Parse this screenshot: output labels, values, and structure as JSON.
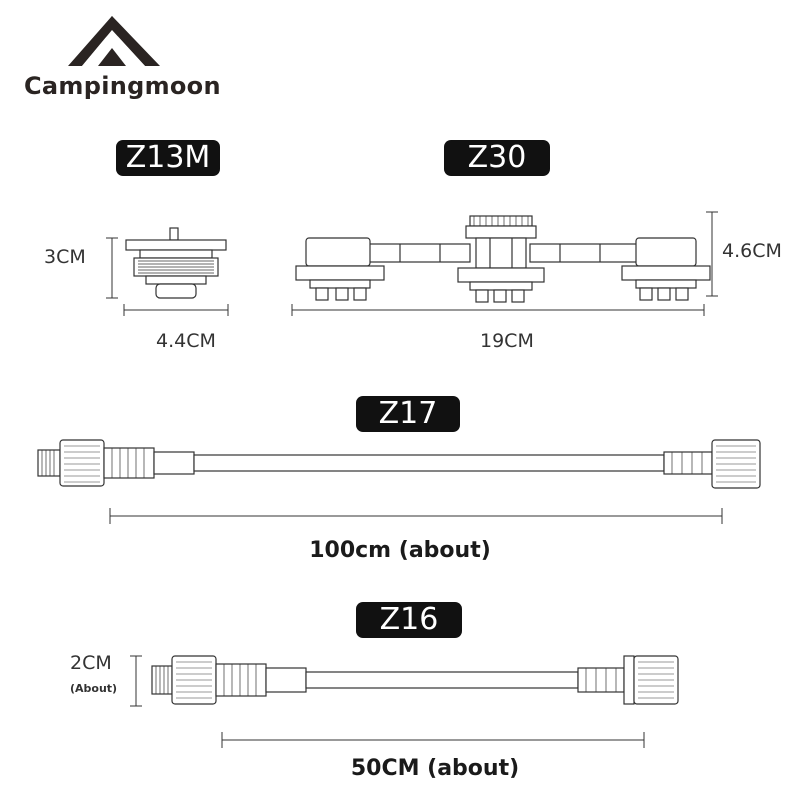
{
  "brand": {
    "name": "Campingmoon"
  },
  "models": {
    "z13m": {
      "label": "Z13M",
      "height": "3CM",
      "width": "4.4CM"
    },
    "z30": {
      "label": "Z30",
      "height": "4.6CM",
      "width": "19CM"
    },
    "z17": {
      "label": "Z17",
      "length": "100cm (about)"
    },
    "z16": {
      "label": "Z16",
      "height": "2CM",
      "height_note": "(About)",
      "length": "50CM (about)"
    }
  },
  "colors": {
    "pill_bg": "#111111",
    "line": "#333333",
    "accent": "#2a2422"
  }
}
